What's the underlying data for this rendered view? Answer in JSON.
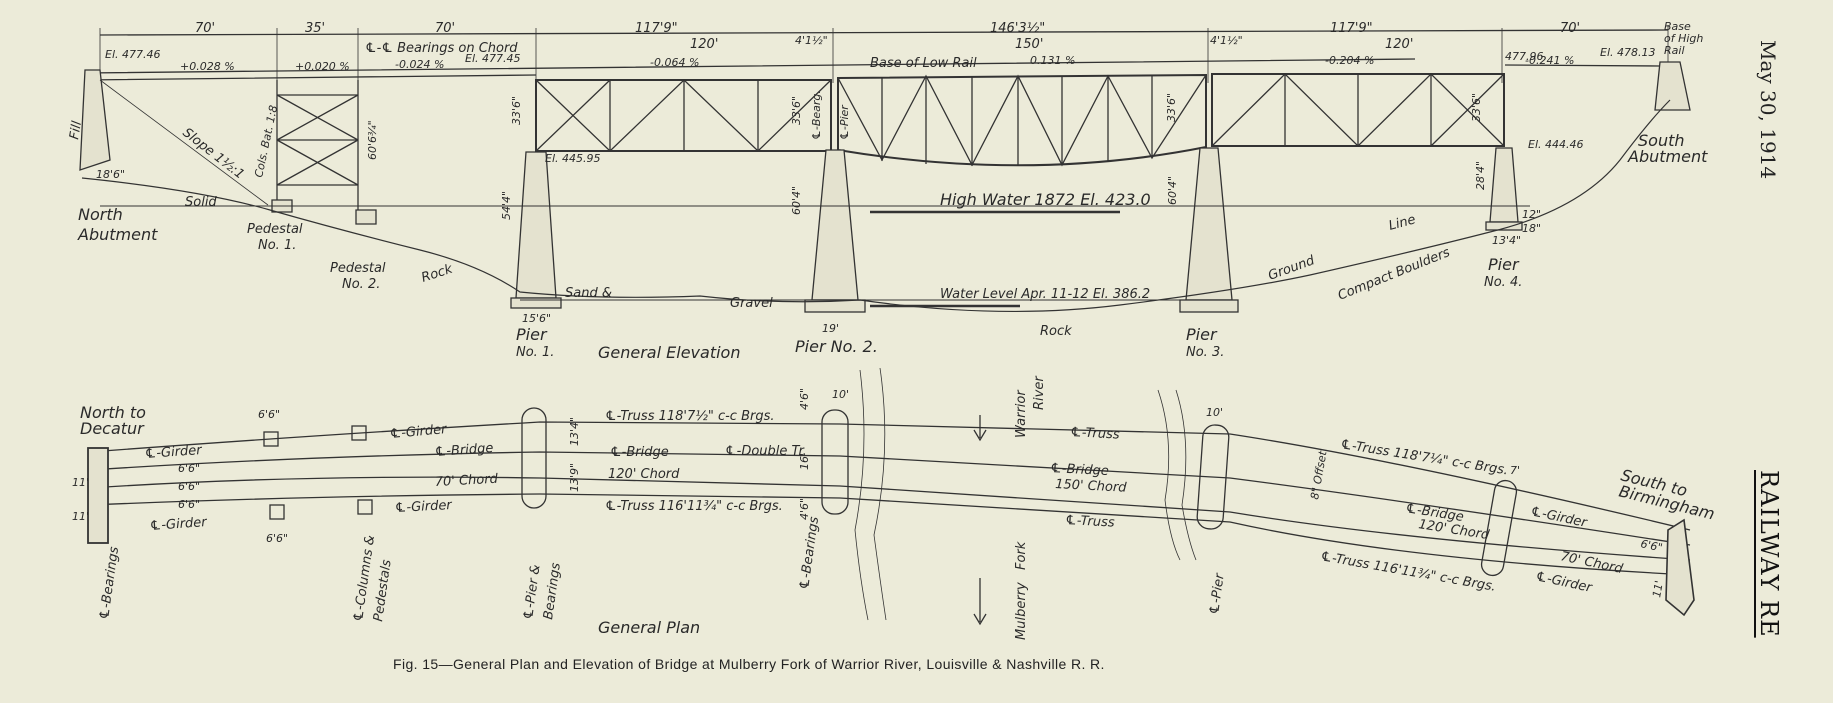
{
  "caption": "Fig. 15—General Plan and Elevation of Bridge at Mulberry Fork  of Warrior River, Louisville & Nashville R. R.",
  "side_date": "May 30, 1914",
  "side_journal": "RAILWAY RE",
  "elevation": {
    "title": "General Elevation",
    "spans_top": [
      "70'",
      "35'",
      "70'",
      "117'9\"",
      "146'3½\"",
      "117'9\"",
      "70'"
    ],
    "spans_inner": [
      "120'",
      "4'1½\"",
      "150'",
      "4'1½\"",
      "120'"
    ],
    "bearings_label": "℄-℄ Bearings on Chord",
    "elevations": [
      "El. 477.46",
      "El. 477.45",
      "477.96",
      "El. 478.13",
      "El. 445.95",
      "El. 444.46"
    ],
    "grades": [
      "+0.028 %",
      "+0.020 %",
      "-0.024 %",
      "-0.064 %",
      "0.131 %",
      "-0.204 %",
      "-0.241 %"
    ],
    "base_low_rail": "Base of Low Rail",
    "base_high_rail": [
      "Base",
      "of High",
      "Rail"
    ],
    "high_water": "High Water  1872  El. 423.0",
    "water_level": "Water Level  Apr. 11-12  El. 386.2",
    "cols_bat": "Cols. Bat. 1:8",
    "slope": "Slope 1½:1",
    "fill": "Fill",
    "solid": "Solid",
    "rock": "Rock",
    "sand_gravel": [
      "Sand &",
      "Gravel"
    ],
    "ground_line": [
      "Ground",
      "Line"
    ],
    "compact_boulders": "Compact Boulders",
    "north_abutment": [
      "North",
      "Abutment"
    ],
    "south_abutment": [
      "South",
      "Abutment"
    ],
    "pedestal_1": [
      "Pedestal",
      "No. 1."
    ],
    "pedestal_2": [
      "Pedestal",
      "No. 2."
    ],
    "pier_1": [
      "Pier",
      "No. 1."
    ],
    "pier_2": "Pier No. 2.",
    "pier_3": [
      "Pier",
      "No. 3."
    ],
    "pier_4": [
      "Pier",
      "No. 4."
    ],
    "pier_dims": [
      "33'6\"",
      "33'6\"",
      "33'6\"",
      "33'6\"",
      "60'6¾\"",
      "54'4\"",
      "60'4\"",
      "60'4\"",
      "28'4\"",
      "18'6\"",
      "15'6\"",
      "19'",
      "13'4\"",
      "12\"",
      "18\""
    ],
    "brg_label": "℄-Pier",
    "brg_label2": "℄-Bearg."
  },
  "plan": {
    "title": "General Plan",
    "north_to": [
      "North to",
      "Decatur"
    ],
    "south_to": [
      "South to",
      "Birmingham"
    ],
    "girder": "℄-Girder",
    "bridge": "℄-Bridge",
    "truss": "℄-Truss",
    "double_tr": "℄-Double Tr.",
    "chord_70": "70' Chord",
    "chord_120": "120' Chord",
    "chord_150": "150' Chord",
    "truss_1": "℄-Truss  118'7½\" c-c Brgs.",
    "truss_2": "℄-Truss  116'11¾\" c-c Brgs.",
    "truss_3": "℄-Truss  118'7¼\" c-c Brgs.",
    "truss_4": "℄-Truss  116'11¾\" c-c Brgs.",
    "offset": "8\" Offset",
    "bearings": "℄-Bearings",
    "columns": [
      "℄-Columns &",
      "Pedestals"
    ],
    "pier_bearings": [
      "℄-Pier &",
      "Bearings"
    ],
    "pier": "℄-Pier",
    "warrior_river": [
      "Warrior",
      "River"
    ],
    "mulberry_fork": [
      "Mulberry",
      "Fork"
    ],
    "dims": [
      "6'6\"",
      "6'6\"",
      "6'6\"",
      "6'6\"",
      "6'6\"",
      "6'6\"",
      "11'",
      "11'",
      "11'",
      "10'",
      "10'",
      "7'",
      "4'6\"",
      "4'6\"",
      "16'",
      "13'4\"",
      "13'9\""
    ]
  }
}
